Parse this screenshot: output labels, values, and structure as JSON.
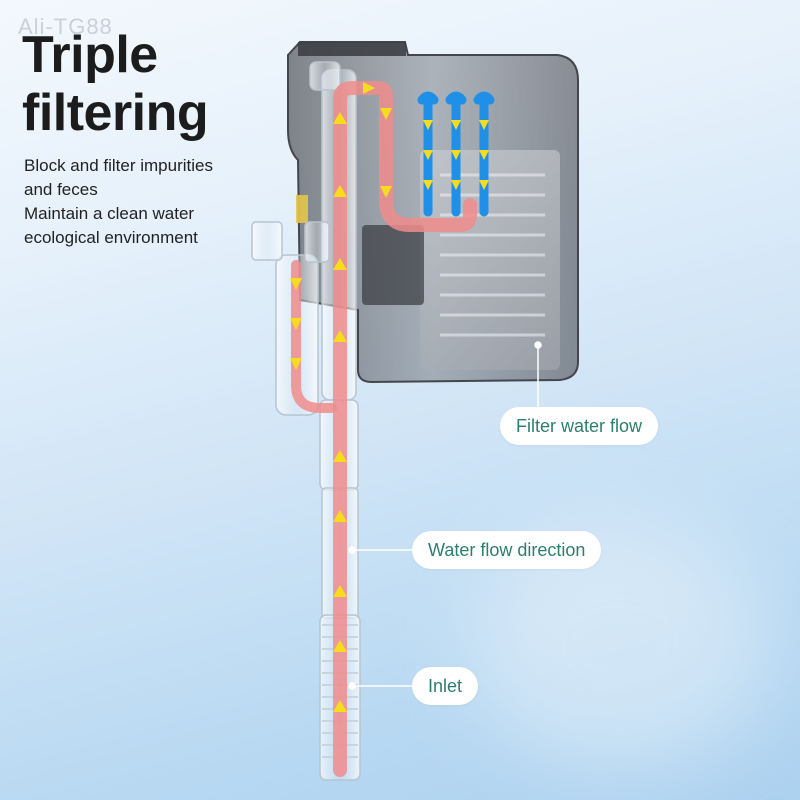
{
  "watermark": "Ali-TG88",
  "headline": {
    "line1": "Triple",
    "line2": "filtering"
  },
  "description": {
    "line1": "Block and filter impurities",
    "line2": "and feces",
    "line3": "Maintain a clean water",
    "line4": "ecological environment"
  },
  "callouts": {
    "filter_flow": "Filter water flow",
    "flow_direction": "Water flow direction",
    "inlet": "Inlet"
  },
  "colors": {
    "text_dark": "#1c1c1c",
    "callout_text": "#2b7f6f",
    "flow_red": "#f08c8c",
    "flow_blue": "#1f8fe8",
    "arrow_yellow": "#f5dc1f"
  }
}
